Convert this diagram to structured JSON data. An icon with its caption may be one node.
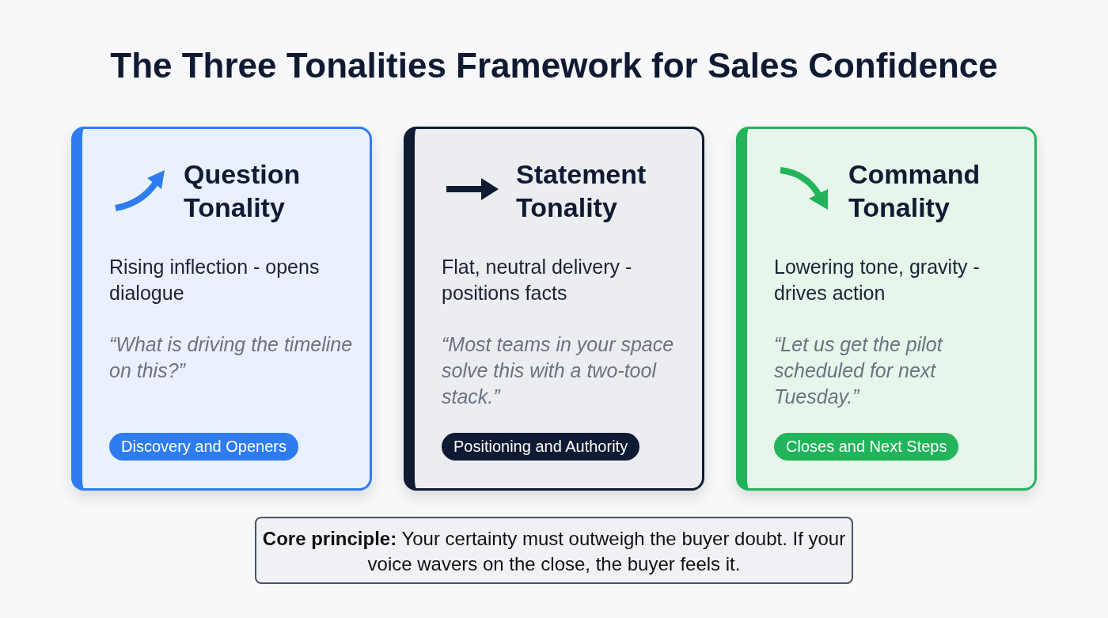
{
  "diagram": {
    "title": "The Three Tonalities Framework for Sales Confidence",
    "nodes": [
      {
        "text": [
          "Question Tonality",
          "Rising inflection - opens dialogue",
          "“What is driving the timeline on this?”"
        ]
      },
      {
        "text": [
          "Discovery and Openers"
        ],
        "in": 0
      },
      {
        "text": [
          "Statement Tonality",
          "Flat, neutral delivery - positions facts",
          "“Most teams in your space solve this with a two-tool stack.”"
        ]
      },
      {
        "text": [
          "Positioning and Authority"
        ],
        "in": 2
      },
      {
        "text": [
          "Command Tonality",
          "Lowering tone, gravity - drives action",
          "“Let us get the pilot scheduled for next Tuesday.”"
        ]
      },
      {
        "text": [
          "Closes and Next Steps"
        ],
        "in": 4
      },
      {
        "text": [
          "**Core principle:** Your certainty must outweigh the buyer doubt. If your voice wavers on the close, the buyer feels it."
        ]
      }
    ],
    "edges": []
  }
}
